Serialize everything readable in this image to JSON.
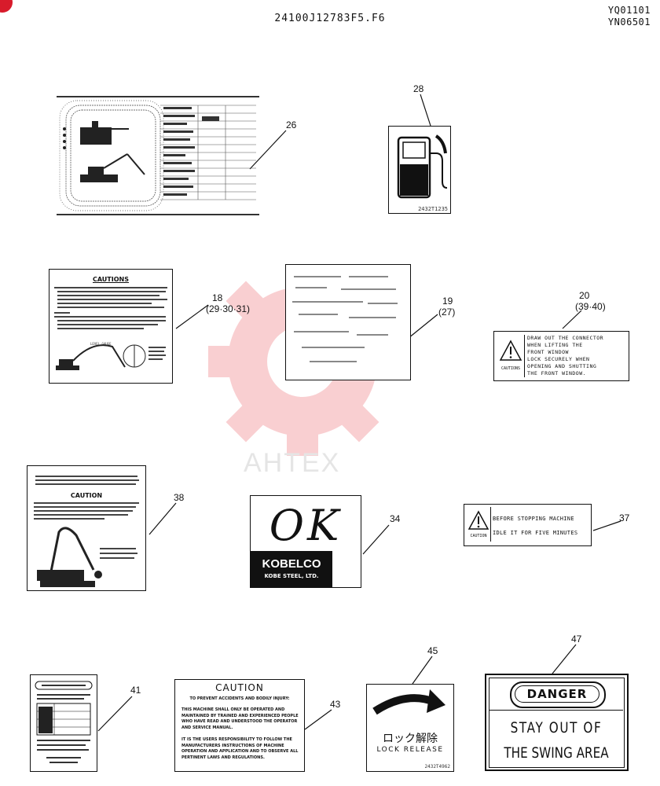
{
  "header": {
    "part_number": "24100J12783F5.F6",
    "codes": [
      "YQ01101",
      "YN06501"
    ]
  },
  "watermark": {
    "text": "AHTEX",
    "color": "#e8424b"
  },
  "callouts": {
    "c26": "26",
    "c28": "28",
    "c18": "18",
    "c18b": "(29·30·31)",
    "c19": "19",
    "c19b": "(27)",
    "c20": "20",
    "c20b": "(39·40)",
    "c38": "38",
    "c34": "34",
    "c37": "37",
    "c41": "41",
    "c43": "43",
    "c45": "45",
    "c47": "47"
  },
  "decals": {
    "fuel": {
      "code": "2432T1235"
    },
    "cautions18": {
      "title": "CAUTIONS",
      "level_label": "LEVEL GAUGE"
    },
    "connector": {
      "badge": "CAUTIONS",
      "lines": [
        "DRAW OUT THE CONNECTOR",
        "WHEN LIFTING THE",
        "FRONT WINDOW",
        "LOCK SECURELY WHEN",
        "OPENING AND SHUTTING",
        "THE FRONT WINDOW."
      ]
    },
    "caution38": {
      "title": "CAUTION"
    },
    "kobelco": {
      "ok": "OK",
      "brand": "KOBELCO",
      "company": "KOBE STEEL, LTD."
    },
    "idle": {
      "badge": "CAUTION",
      "line1": "BEFORE STOPPING MACHINE",
      "line2": "IDLE IT FOR FIVE MINUTES"
    },
    "caution43": {
      "title": "CAUTION",
      "subtitle": "TO PREVENT ACCIDENTS AND BODILY INJURY:",
      "para1": "THIS MACHINE SHALL ONLY BE OPERATED AND MAINTAINED BY TRAINED AND EXPERIENCED PEOPLE WHO HAVE READ AND UNDERSTOOD THE OPERATOR AND SERVICE MANUAL.",
      "para2": "IT IS THE USERS RESPONSIBILITY TO FOLLOW THE MANUFACTURERS INSTRUCTIONS OF MACHINE OPERATION AND APPLICATION AND TO OBSERVE ALL PERTINENT LAWS AND REGULATIONS."
    },
    "lock": {
      "jp": "ロック解除",
      "en": "LOCK RELEASE",
      "code": "2432T4962"
    },
    "danger": {
      "badge": "DANGER",
      "line1": "STAY OUT OF",
      "line2": "THE SWING AREA"
    }
  }
}
